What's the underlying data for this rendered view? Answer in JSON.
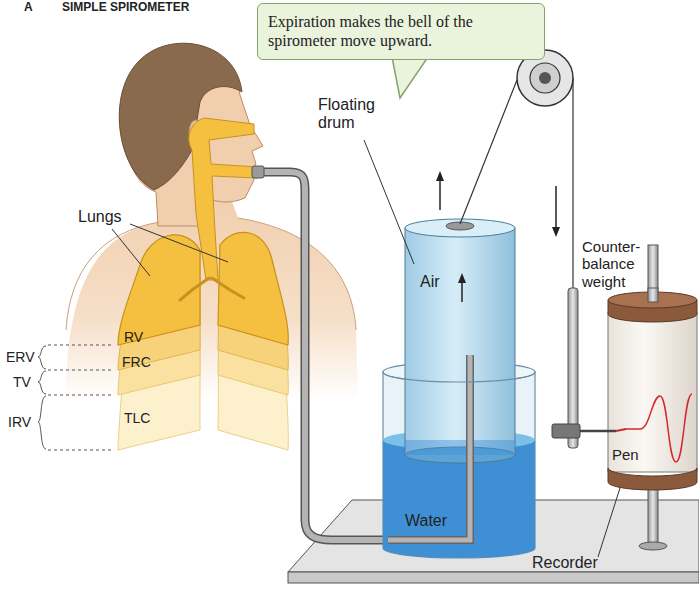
{
  "diagram": {
    "title": "SIMPLE SPIROMETER",
    "nodes": [
      {
        "text": [
          "Expiration makes the bell of the spirometer move upward."
        ]
      }
    ],
    "labels": [
      "A",
      "Lungs",
      "RV",
      "FRC",
      "TLC",
      "ERV",
      "TV",
      "IRV",
      "Floating drum",
      "Air",
      "Counter- balance weight",
      "Pen",
      "Water",
      "Recorder"
    ]
  }
}
